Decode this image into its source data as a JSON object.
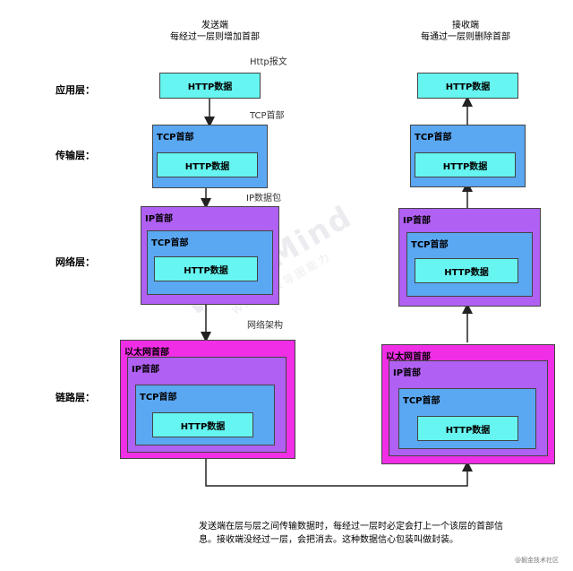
{
  "sender": {
    "title": "发送端",
    "subtitle": "每经过一层则增加首部"
  },
  "receiver": {
    "title": "接收端",
    "subtitle": "每通过一层则删除首部"
  },
  "layers": {
    "application": "应用层：",
    "transport": "传输层：",
    "network": "网络层：",
    "link": "链路层："
  },
  "notes": {
    "http_message": "Http报文",
    "tcp_header": "TCP首部",
    "ip_packet": "IP数据包",
    "network_frame": "网络架构"
  },
  "labels": {
    "http_data": "HTTP数据",
    "tcp_header": "TCP首部",
    "ip_header": "IP首部",
    "ethernet_header": "以太网首部"
  },
  "colors": {
    "http": "#66f5f0",
    "tcp": "#5aa7f2",
    "ip": "#b060f2",
    "ethernet": "#f02ee6"
  },
  "watermark": {
    "line1": "WPS Mind",
    "line2": "WPS思维导图能力"
  },
  "footer": {
    "line1": "发送端在层与层之间传输数据时，每经过一层时必定会打上一个该层的首部信",
    "line2": "息。接收端没经过一层，会把消去。这种数据信心包装叫做封装。"
  },
  "credit": "@掘金技术社区"
}
